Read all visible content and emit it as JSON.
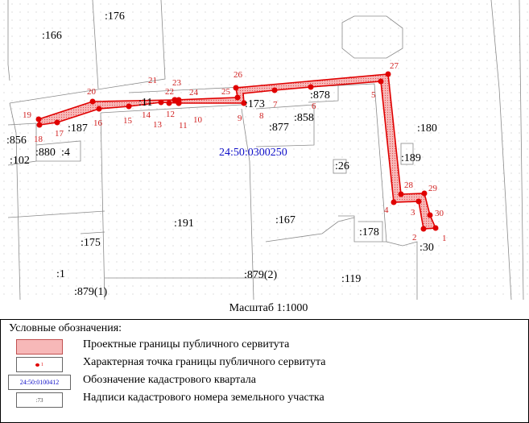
{
  "map": {
    "quarter_label": "24:50:0300250",
    "parcels": [
      ":176",
      ":166",
      ":11",
      ":173",
      ":878",
      ":858",
      ":877",
      ":180",
      ":189",
      ":26",
      ":856",
      ":880",
      ":4",
      ":102",
      ":187",
      ":191",
      ":167",
      ":178",
      ":175",
      ":30",
      ":1",
      ":879(1)",
      ":119",
      ":879(2)"
    ],
    "points": [
      "1",
      "2",
      "3",
      "4",
      "5",
      "6",
      "7",
      "8",
      "9",
      "10",
      "11",
      "12",
      "13",
      "14",
      "15",
      "16",
      "17",
      "18",
      "19",
      "20",
      "21",
      "22",
      "23",
      "24",
      "25",
      "26",
      "27",
      "28",
      "29",
      "30"
    ],
    "colors": {
      "servitude": "#e00000",
      "parcel_line": "#8a8a8a",
      "quarter_label": "#1010c8",
      "point_label": "#d02020"
    }
  },
  "scale": "Масштаб 1:1000",
  "legend": {
    "title": "Условные обозначения:",
    "items": [
      {
        "symbol": "",
        "text": "Проектные границы публичного сервитута"
      },
      {
        "symbol": "1",
        "text": "Характерная точка границы публичного сервитута"
      },
      {
        "symbol": "24:50:0100412",
        "text": "Обозначение кадастрового квартала"
      },
      {
        "symbol": ":73",
        "text": "Надписи кадастрового номера земельного участка"
      }
    ]
  }
}
